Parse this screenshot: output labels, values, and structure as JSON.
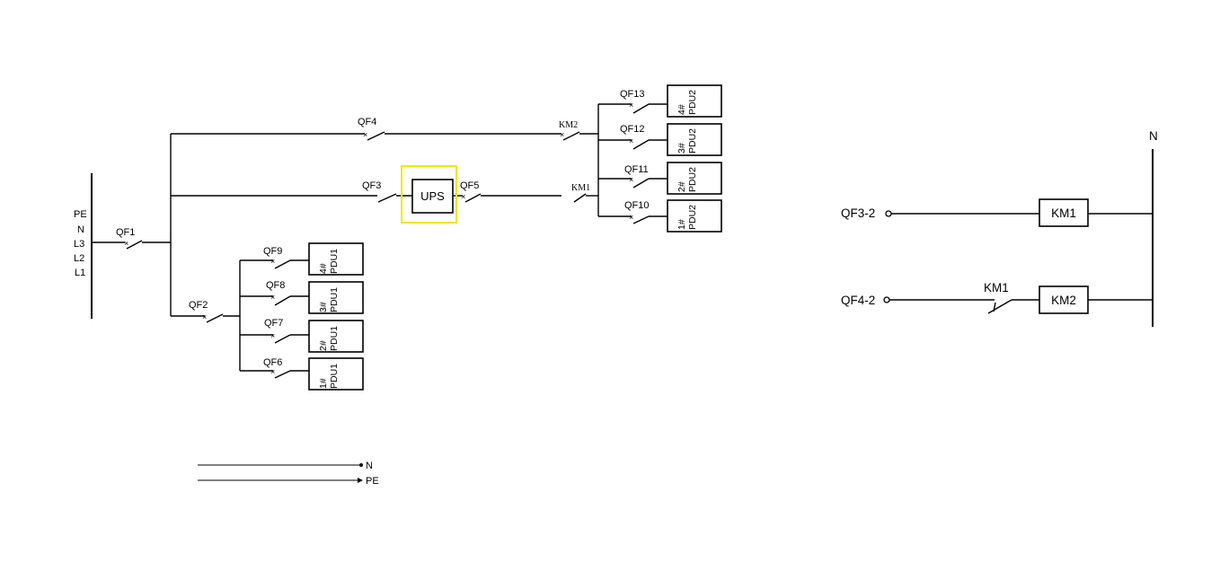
{
  "colors": {
    "line": "#000000",
    "highlight": "#f2e600",
    "background": "#ffffff"
  },
  "incoming_labels": {
    "pe": "PE",
    "n": "N",
    "l3": "L3",
    "l2": "L2",
    "l1": "L1"
  },
  "breakers": {
    "qf1": "QF1",
    "qf2": "QF2",
    "qf3": "QF3",
    "qf4": "QF4",
    "qf5": "QF5",
    "qf6": "QF6",
    "qf7": "QF7",
    "qf8": "QF8",
    "qf9": "QF9",
    "qf10": "QF10",
    "qf11": "QF11",
    "qf12": "QF12",
    "qf13": "QF13"
  },
  "contactors": {
    "km1": "KM1",
    "km2": "KM2"
  },
  "ups_label": "UPS",
  "pdu1": [
    {
      "num": "4#",
      "name": "PDU1"
    },
    {
      "num": "3#",
      "name": "PDU1"
    },
    {
      "num": "2#",
      "name": "PDU1"
    },
    {
      "num": "1#",
      "name": "PDU1"
    }
  ],
  "pdu2": [
    {
      "num": "4#",
      "name": "PDU2"
    },
    {
      "num": "3#",
      "name": "PDU2"
    },
    {
      "num": "2#",
      "name": "PDU2"
    },
    {
      "num": "1#",
      "name": "PDU2"
    }
  ],
  "legend": {
    "n": "N",
    "pe": "PE"
  },
  "control": {
    "bus_label": "N",
    "row1": {
      "terminal": "QF3-2",
      "coil": "KM1"
    },
    "row2": {
      "terminal": "QF4-2",
      "contact": "KM1",
      "coil": "KM2"
    }
  }
}
